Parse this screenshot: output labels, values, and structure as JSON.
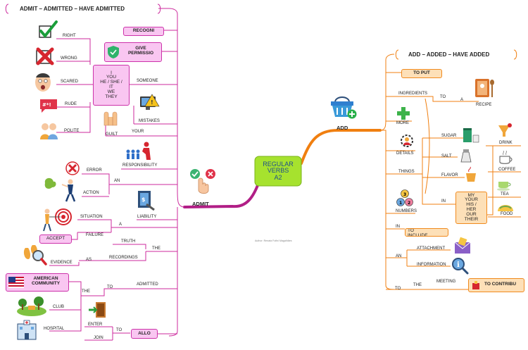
{
  "center": {
    "label_lines": [
      "REGULAR",
      "VERBS",
      "A2"
    ]
  },
  "admit": {
    "root_label": "ADMIT",
    "title": "ADMIT – ADMITTED – HAVE ADMITTED",
    "right": "RIGHT",
    "wrong": "WRONG",
    "scared": "SCARED",
    "rude": "RUDE",
    "polite": "POLITE",
    "pronouns_lines": [
      "I",
      "YOU",
      "HE / SHE /",
      "IT",
      "WE",
      "THEY"
    ],
    "recognize": "RECOGNI",
    "give_permission_lines": [
      "GIVE",
      "PERMISSIO"
    ],
    "someone": "SOMEONE",
    "mistakes": "MISTAKES",
    "guilt": "GUILT",
    "your": "YOUR",
    "responsibility": "RESPONSIBILITY",
    "error": "ERROR",
    "action": "ACTION",
    "an": "AN",
    "liability": "LIABILITY",
    "situation": "SITUATION",
    "a": "A",
    "failure": "FAILURE",
    "accept": "ACCEPT",
    "truth": "TRUTH",
    "the": "THE",
    "recordings": "RECORDINGS",
    "evidence": "EVIDENCE",
    "as": "AS",
    "american_community_lines": [
      "AMERICAN",
      "COMMUNITY"
    ],
    "the2": "THE",
    "to": "TO",
    "admitted": "ADMITTED",
    "club": "CLUB",
    "hospital": "HOSPITAL",
    "enter": "ENTER",
    "to2": "TO",
    "join": "JOIN",
    "allow": "ALLO"
  },
  "add": {
    "root_label": "ADD",
    "title": "ADD – ADDED – HAVE ADDED",
    "to_put": "TO PUT",
    "ingredients": "INGREDIENTS",
    "to": "TO",
    "a": "A",
    "recipe": "RECIPE",
    "more": "MORE",
    "details": "DETAILS",
    "sugar": "SUGAR",
    "salt": "SALT",
    "flavor": "FLAVOR",
    "things": "THINGS",
    "in": "IN",
    "possessive_lines": [
      "MY",
      "YOUR",
      "HIS /",
      "HER",
      "OUR",
      "THEIR"
    ],
    "drink": "DRINK",
    "coffee": "COFFEE",
    "tea": "TEA",
    "food": "FOOD",
    "numbers": "NUMBERS",
    "in2": "IN",
    "to_include": "TO INCLUDE",
    "an": "AN",
    "attachment": "ATTACHMENT",
    "information": "INFORMATION",
    "to2": "TO",
    "the": "THE",
    "meeting": "MEETING",
    "to_contribute": "TO CONTRIBU"
  },
  "author": "Author: Renata Fofini Magalhães",
  "colors": {
    "admit_branch": "#cc2a9d",
    "add_branch": "#f07f10",
    "center_fill": "#a6e22e"
  }
}
